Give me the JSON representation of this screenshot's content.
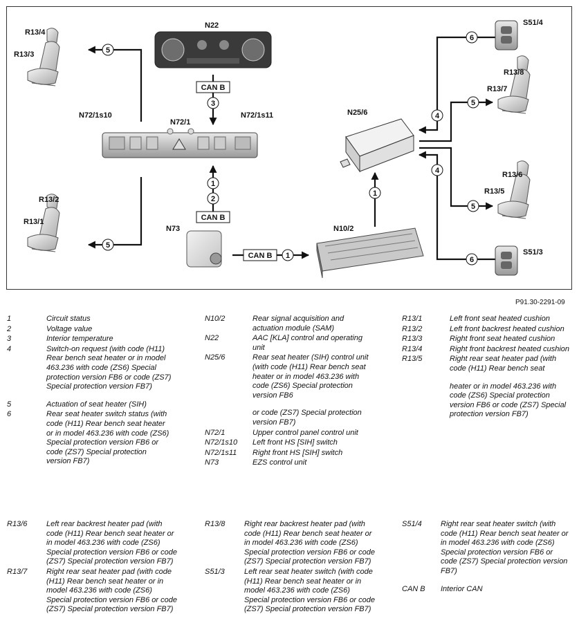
{
  "diagram": {
    "components": {
      "N22": "N22",
      "N72_1": "N72/1",
      "N72_1s10": "N72/1s10",
      "N72_1s11": "N72/1s11",
      "N73": "N73",
      "N10_2": "N10/2",
      "N25_6": "N25/6",
      "R13_4": "R13/4",
      "R13_3": "R13/3",
      "R13_2": "R13/2",
      "R13_1": "R13/1",
      "R13_8": "R13/8",
      "R13_7": "R13/7",
      "R13_6": "R13/6",
      "R13_5": "R13/5",
      "S51_4": "S51/4",
      "S51_3": "S51/3"
    },
    "bus_labels": {
      "can_top": "CAN B",
      "can_mid": "CAN B",
      "can_bottom": "CAN B"
    },
    "markers": {
      "m5_top": "5",
      "m3": "3",
      "m1_center": "1",
      "m2_center": "2",
      "m5_left": "5",
      "m1_bottom": "1",
      "m1_vertical": "1",
      "m6_top": "6",
      "m4_top": "4",
      "m5_right_top": "5",
      "m4_bottom": "4",
      "m5_right_bottom": "5",
      "m6_bottom": "6"
    },
    "reference": "P91.30-2291-09"
  },
  "legend": {
    "col1": [
      {
        "key": "1",
        "text": "Circuit status"
      },
      {
        "key": "2",
        "text": "Voltage value"
      },
      {
        "key": "3",
        "text": "Interior temperature"
      },
      {
        "key": "4",
        "text": "Switch-on request (with code (H11) Rear bench seat heater or in model 463.236 with code (ZS6) Special protection version FB6 or code (ZS7) Special protection version FB7)"
      },
      {
        "key": "5",
        "text": "Actuation of seat heater (SIH)"
      },
      {
        "key": "6",
        "text": "Rear seat heater switch status (with code (H11) Rear bench seat heater or in model 463.236 with code (ZS6) Special protection version FB6 or code (ZS7) Special protection version FB7)"
      }
    ],
    "col2": [
      {
        "key": "N10/2",
        "text": "Rear signal acquisition and actuation module (SAM)"
      },
      {
        "key": "N22",
        "text": "AAC [KLA] control and operating unit"
      },
      {
        "key": "N25/6",
        "text": "Rear seat heater (SIH) control unit (with code (H11) Rear bench seat heater or in model 463.236 with code (ZS6) Special protection version FB6"
      },
      {
        "key": "",
        "text": "or code (ZS7) Special protection version FB7)"
      },
      {
        "key": "N72/1",
        "text": "Upper control panel control unit"
      },
      {
        "key": "N72/1s10",
        "text": "Left front HS [SIH] switch"
      },
      {
        "key": "N72/1s11",
        "text": "Right front HS [SIH] switch"
      },
      {
        "key": "N73",
        "text": "EZS control unit"
      }
    ],
    "col3": [
      {
        "key": "R13/1",
        "text": "Left front seat heated cushion"
      },
      {
        "key": "R13/2",
        "text": "Left front backrest heated cushion"
      },
      {
        "key": "R13/3",
        "text": "Right front seat heated cushion"
      },
      {
        "key": "R13/4",
        "text": "Right front backrest heated cushion"
      },
      {
        "key": "R13/5",
        "text": "Right rear seat heater pad (with code (H11) Rear bench seat"
      },
      {
        "key": "",
        "text": "heater or in model 463.236 with code (ZS6) Special protection version FB6 or code (ZS7) Special protection version FB7)"
      }
    ],
    "bottom1": [
      {
        "key": "R13/6",
        "text": "Left rear backrest heater pad (with code (H11) Rear bench seat heater or in model 463.236 with code (ZS6) Special protection version FB6 or code (ZS7) Special protection version FB7)"
      },
      {
        "key": "R13/7",
        "text": "Right rear seat heater pad (with code (H11) Rear bench seat heater or in model 463.236 with code (ZS6) Special protection version FB6 or code (ZS7) Special protection version FB7)"
      }
    ],
    "bottom2": [
      {
        "key": "R13/8",
        "text": "Right rear backrest heater pad (with code (H11) Rear bench seat heater or in model 463.236 with code (ZS6) Special protection version FB6 or code (ZS7) Special protection version FB7)"
      },
      {
        "key": "S51/3",
        "text": "Left rear seat heater switch (with code (H11) Rear bench seat heater or in model 463.236 with code (ZS6) Special protection version FB6 or code (ZS7) Special protection version FB7)"
      }
    ],
    "bottom3": [
      {
        "key": "S51/4",
        "text": "Right rear seat heater switch (with code (H11) Rear bench seat heater or in model 463.236 with code (ZS6) Special protection version FB6 or code (ZS7) Special protection version FB7)"
      },
      {
        "key": "CAN B",
        "text": "Interior CAN"
      }
    ]
  }
}
